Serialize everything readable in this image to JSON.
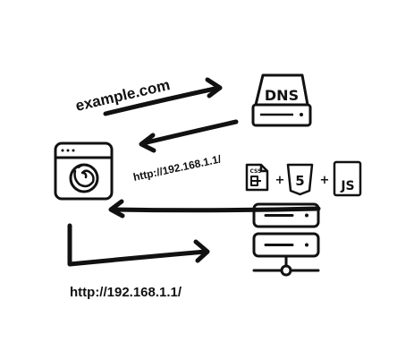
{
  "diagram": {
    "labels": {
      "domain_request": "example.com",
      "dns_response": "http://192.168.1.1/",
      "browser_request": "http://192.168.1.1/"
    },
    "icons": {
      "dns_server": {
        "name": "database-icon",
        "text": "DNS"
      },
      "browser": {
        "name": "firefox-browser-icon"
      },
      "css_file": {
        "name": "css-file-icon",
        "text": "CSS"
      },
      "html5": {
        "name": "html5-icon",
        "text": "5"
      },
      "javascript": {
        "name": "js-file-icon",
        "text": "JS"
      },
      "web_server": {
        "name": "server-icon"
      }
    },
    "plus_signs": [
      "+",
      "+"
    ]
  }
}
